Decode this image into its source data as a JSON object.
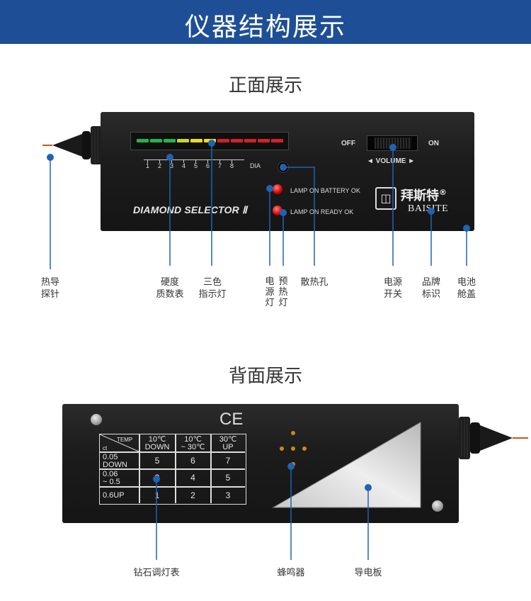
{
  "header": {
    "title": "仪器结构展示"
  },
  "front": {
    "section_title": "正面展示",
    "device": {
      "scale_ticks": [
        "1",
        "2",
        "3",
        "4",
        "5",
        "6",
        "7",
        "8"
      ],
      "scale_end": "DIA",
      "brand_text": "DIAMOND SELECTOR Ⅱ",
      "lamp_battery_text": "LAMP ON BATTERY OK",
      "lamp_ready_text": "LAMP ON READY OK",
      "switch_off": "OFF",
      "switch_on": "ON",
      "volume_text": "◄ VOLUME ►",
      "logo_cn": "拜斯特",
      "logo_mark": "®",
      "logo_en": "BAISITE"
    },
    "led_colors": [
      "#26b34a",
      "#26b34a",
      "#26b34a",
      "#c9d61e",
      "#f0dc14",
      "#f0dc14",
      "#d62020",
      "#d62020",
      "#d62020",
      "#d62020",
      "#d62020"
    ],
    "labels": {
      "probe": [
        "热导",
        "探针"
      ],
      "hardness": [
        "硬度",
        "质数表"
      ],
      "tricolor": [
        "三色",
        "指示灯"
      ],
      "power_lamp": [
        "电",
        "源",
        "灯"
      ],
      "preheat_lamp": [
        "预",
        "热",
        "灯"
      ],
      "vent": "散热孔",
      "power_switch": [
        "电源",
        "开关"
      ],
      "brand_mark": [
        "品牌",
        "标识"
      ],
      "battery_cover": [
        "电池",
        "舱盖"
      ]
    }
  },
  "back": {
    "section_title": "背面展示",
    "ce_mark": "CE",
    "table": {
      "corner_top": "TEMP",
      "corner_bottom": "ct",
      "col_headers": [
        [
          "10℃",
          "DOWN"
        ],
        [
          "10℃",
          "~ 30℃"
        ],
        [
          "30℃",
          "UP"
        ]
      ],
      "row_headers": [
        [
          "0.05",
          "DOWN"
        ],
        [
          "0.06",
          "~ 0.5"
        ],
        [
          "0.6UP"
        ]
      ],
      "values": [
        [
          "5",
          "6",
          "7"
        ],
        [
          "3",
          "4",
          "5"
        ],
        [
          "1",
          "2",
          "3"
        ]
      ]
    },
    "labels": {
      "table": "钻石调灯表",
      "buzzer": "蜂鸣器",
      "plate": "导电板"
    }
  },
  "colors": {
    "banner": "#1e4f96",
    "callout": "#2062b4",
    "lamp_red": "#d10000"
  }
}
